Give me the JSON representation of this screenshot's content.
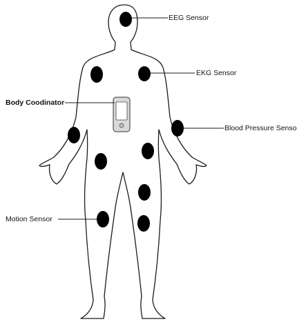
{
  "labels": {
    "eeg": "EEG Sensor",
    "ekg": "EKG Sensor",
    "coordinator": "Body Coodinator",
    "blood_pressure": "Blood Pressure Senso",
    "motion": "Motion Sensor"
  },
  "colors": {
    "outline": "#1a1a1a",
    "sensor": "#000000",
    "device_body": "#d9d9d9",
    "device_screen": "#ffffff",
    "background": "#ffffff"
  },
  "icons": {
    "sensor": "filled-ellipse",
    "coordinator": "handheld-device"
  }
}
